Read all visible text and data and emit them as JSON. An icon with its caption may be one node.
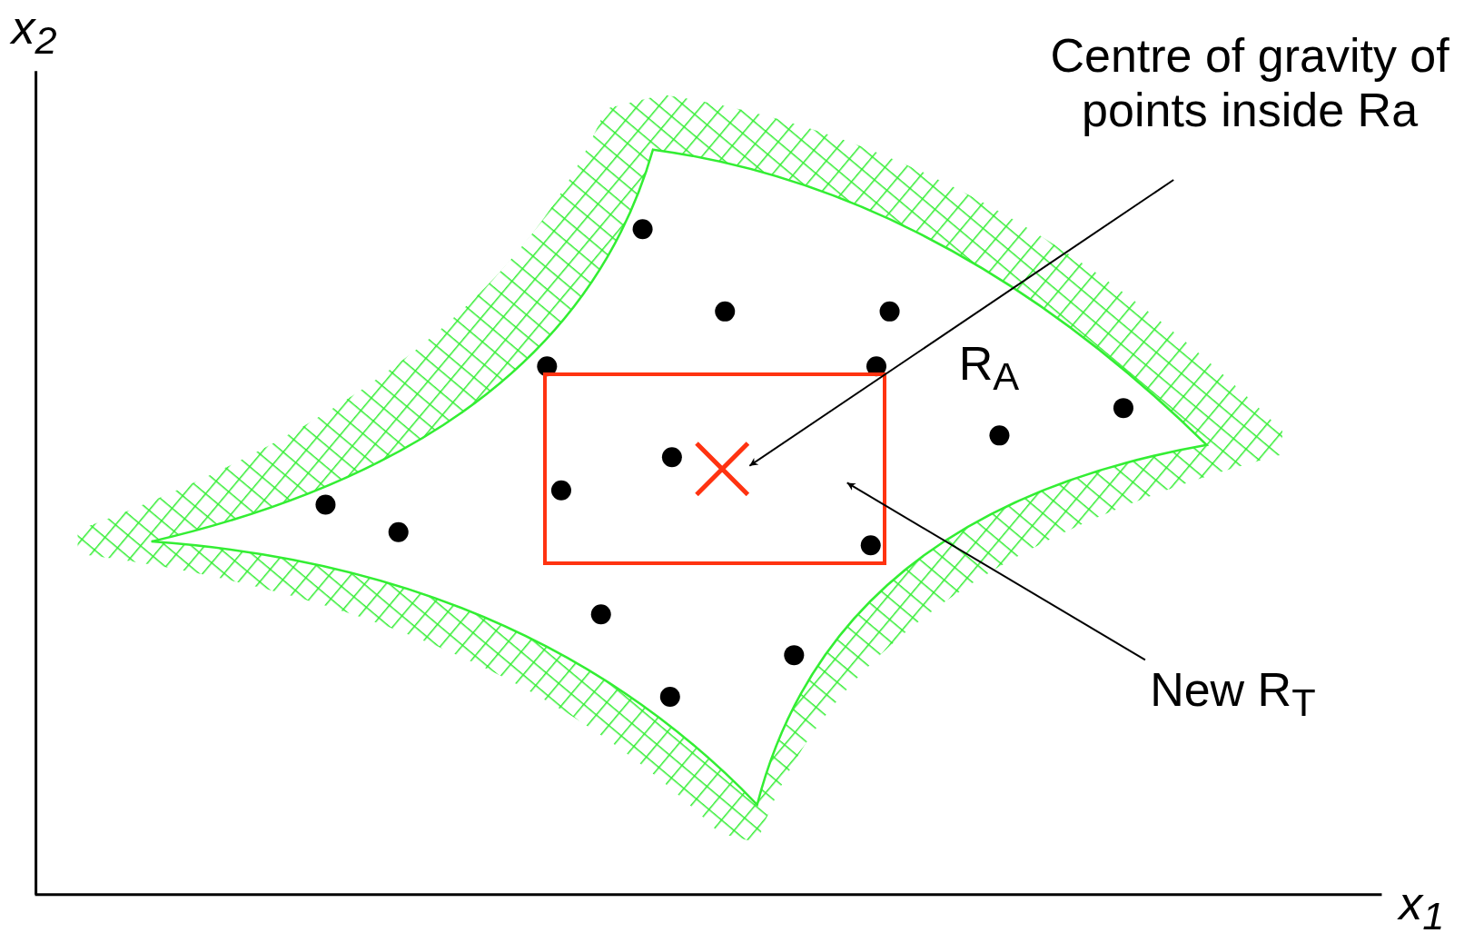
{
  "diagram": {
    "nodes": [
      {
        "text": [
          "Centre of gravity of points inside Ra"
        ]
      },
      {
        "text": [],
        "shape": "box"
      },
      {
        "text": [],
        "shape": "cross",
        "in": 1
      },
      {
        "text": [
          "New R$_{T}$"
        ]
      }
    ],
    "edges": [
      {
        "from": 0,
        "to": 2,
        "arrow": "to"
      },
      {
        "from": 3,
        "to": 1,
        "arrow": "to"
      }
    ],
    "labels": [
      "x$_{2}$",
      "x$_{1}$",
      "R$_{A}$"
    ]
  }
}
